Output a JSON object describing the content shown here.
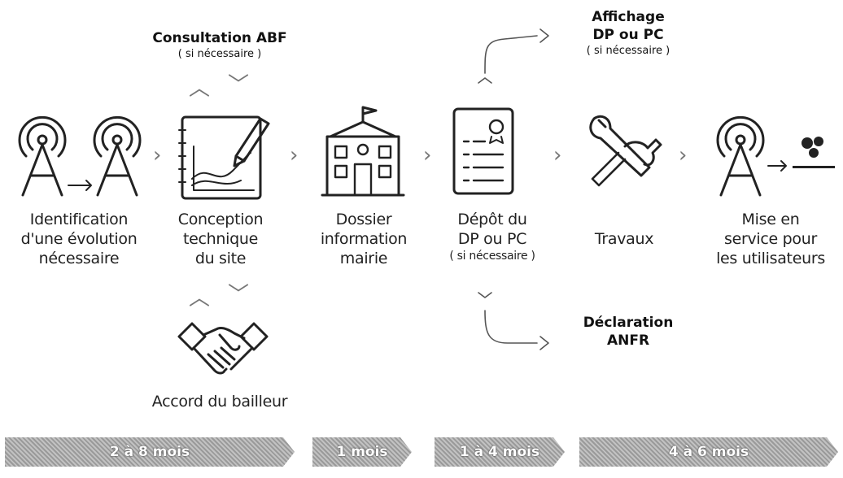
{
  "consultation": {
    "title": "Consultation ABF",
    "note": "( si nécessaire )"
  },
  "affichage": {
    "title_line1": "Affichage",
    "title_line2": "DP ou PC",
    "note": "( si nécessaire )"
  },
  "declaration": {
    "title_line1": "Déclaration",
    "title_line2": "ANFR"
  },
  "steps": [
    {
      "lines": [
        "Identification",
        "d'une évolution",
        "nécessaire"
      ],
      "icon": "antenna-upgrade-icon"
    },
    {
      "lines": [
        "Conception",
        "technique",
        "du site"
      ],
      "icon": "drawing-board-icon"
    },
    {
      "lines": [
        "Dossier",
        "information",
        "mairie"
      ],
      "icon": "town-hall-icon"
    },
    {
      "lines": [
        "Dépôt du",
        "DP ou PC"
      ],
      "note": "( si nécessaire )",
      "icon": "document-icon"
    },
    {
      "lines": [
        "Travaux"
      ],
      "icon": "tools-icon"
    },
    {
      "lines": [
        "Mise en",
        "service pour",
        "les utilisateurs"
      ],
      "icon": "antenna-users-icon"
    }
  ],
  "accord": {
    "label": "Accord du bailleur",
    "icon": "handshake-icon"
  },
  "durations": [
    "2 à 8 mois",
    "1 mois",
    "1 à 4 mois",
    "4 à 6 mois"
  ],
  "colors": {
    "text": "#222222",
    "bar": "#a8a8a8",
    "bar_text": "#ffffff"
  }
}
